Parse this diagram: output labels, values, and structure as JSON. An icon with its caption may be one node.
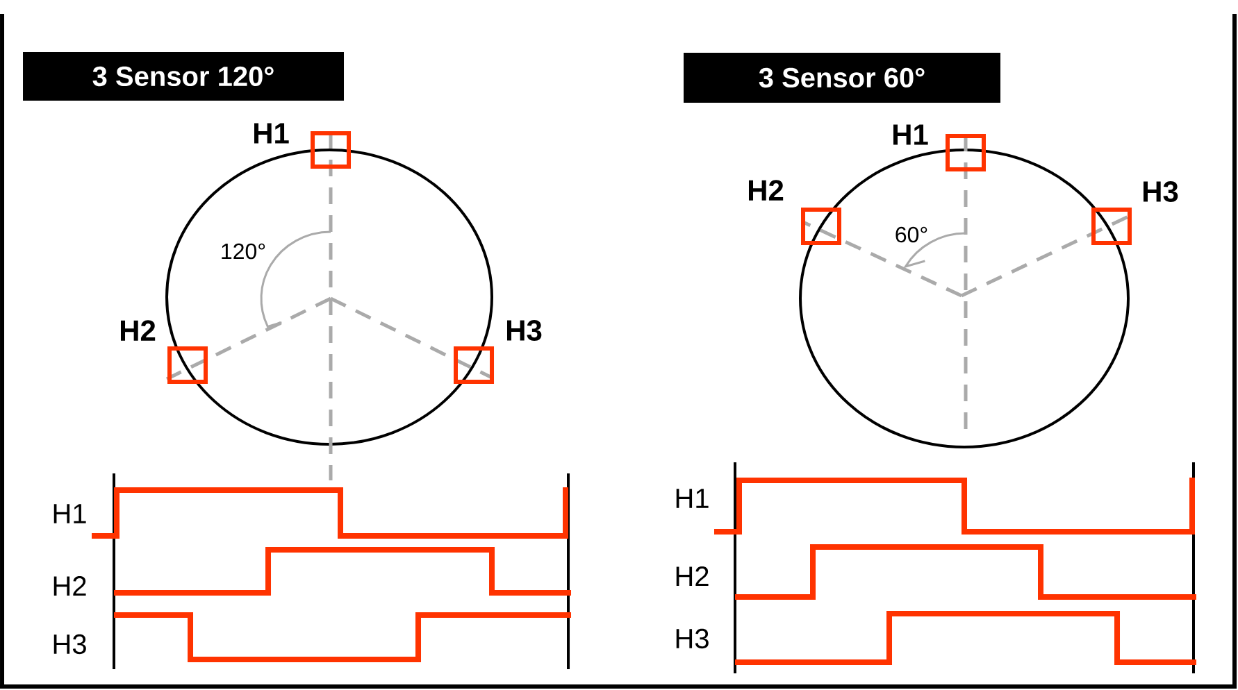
{
  "diagram": {
    "nodes": [
      {
        "text": [
          "3 Sensor 120°"
        ]
      },
      {
        "text": [
          "H1"
        ]
      },
      {
        "text": [
          "H2"
        ]
      },
      {
        "text": [
          "H3"
        ]
      },
      {
        "text": [
          "3 Sensor 60°"
        ]
      },
      {
        "text": [
          "H1"
        ]
      },
      {
        "text": [
          "H2"
        ]
      },
      {
        "text": [
          "H3"
        ]
      }
    ],
    "labels": [
      "120°",
      "H1",
      "H2",
      "H3",
      "60°",
      "H1",
      "H2",
      "H3"
    ]
  }
}
